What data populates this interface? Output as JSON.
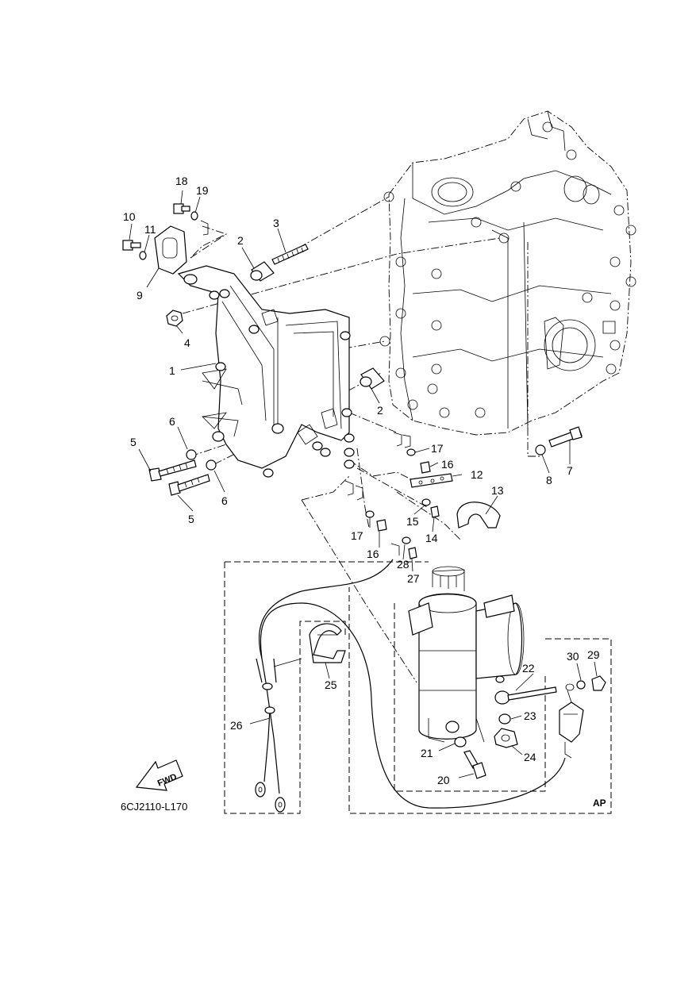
{
  "diagram_code": "6CJ2110-L170",
  "region_label": "AP",
  "direction_label": "FWD",
  "callouts": [
    {
      "id": "c1",
      "text": "1"
    },
    {
      "id": "c2a",
      "text": "2"
    },
    {
      "id": "c2b",
      "text": "2"
    },
    {
      "id": "c3",
      "text": "3"
    },
    {
      "id": "c4",
      "text": "4"
    },
    {
      "id": "c5a",
      "text": "5"
    },
    {
      "id": "c5b",
      "text": "5"
    },
    {
      "id": "c6a",
      "text": "6"
    },
    {
      "id": "c6b",
      "text": "6"
    },
    {
      "id": "c7",
      "text": "7"
    },
    {
      "id": "c8",
      "text": "8"
    },
    {
      "id": "c9",
      "text": "9"
    },
    {
      "id": "c10",
      "text": "10"
    },
    {
      "id": "c11",
      "text": "11"
    },
    {
      "id": "c12",
      "text": "12"
    },
    {
      "id": "c13",
      "text": "13"
    },
    {
      "id": "c14",
      "text": "14"
    },
    {
      "id": "c15",
      "text": "15"
    },
    {
      "id": "c16a",
      "text": "16"
    },
    {
      "id": "c16b",
      "text": "16"
    },
    {
      "id": "c17a",
      "text": "17"
    },
    {
      "id": "c17b",
      "text": "17"
    },
    {
      "id": "c18",
      "text": "18"
    },
    {
      "id": "c19",
      "text": "19"
    },
    {
      "id": "c20",
      "text": "20"
    },
    {
      "id": "c21",
      "text": "21"
    },
    {
      "id": "c22",
      "text": "22"
    },
    {
      "id": "c23",
      "text": "23"
    },
    {
      "id": "c24",
      "text": "24"
    },
    {
      "id": "c25",
      "text": "25"
    },
    {
      "id": "c26",
      "text": "26"
    },
    {
      "id": "c27",
      "text": "27"
    },
    {
      "id": "c28",
      "text": "28"
    },
    {
      "id": "c29",
      "text": "29"
    },
    {
      "id": "c30",
      "text": "30"
    }
  ]
}
